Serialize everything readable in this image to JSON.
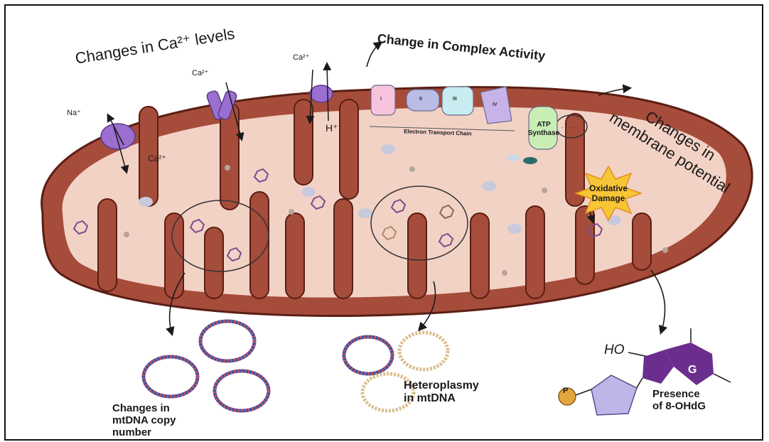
{
  "labels": {
    "ca_levels": "Changes in Ca²⁺ levels",
    "complex_activity": "Change in Complex Activity",
    "membrane_line1": "Changes in",
    "membrane_line2": "membrane potential",
    "na": "Na⁺",
    "ca_exchanger": "Ca²⁺",
    "ca_channel": "Ca²⁺",
    "ca_uniporter": "Ca²⁺",
    "h_plus": "H⁺",
    "etc": "Electron Transport Chain",
    "atp_synthase": "ATP\nSynthase",
    "oxidative_damage": "Oxidative\nDamage",
    "copy_number": "Changes in\nmtDNA copy\nnumber",
    "heteroplasmy": "Heteroplasmy\nin mtDNA",
    "presence": "Presence\nof 8-OHdG",
    "ho": "HO",
    "guanine": "G",
    "phosphate": "P"
  },
  "complexes": [
    "I",
    "II",
    "III",
    "IV"
  ],
  "colors": {
    "outer_membrane": "#a64c3a",
    "matrix": "#f3d2c6",
    "complex_I": "#f6c4dc",
    "complex_II": "#b9bde6",
    "complex_III": "#c8ecef",
    "complex_IV": "#c7b3e8",
    "atp_synthase": "#c8eeb4",
    "channel": "#9a6fd0",
    "purine": "#6b2d8e",
    "sugar": "#bdb6e6",
    "phosphate": "#e3a63c"
  }
}
